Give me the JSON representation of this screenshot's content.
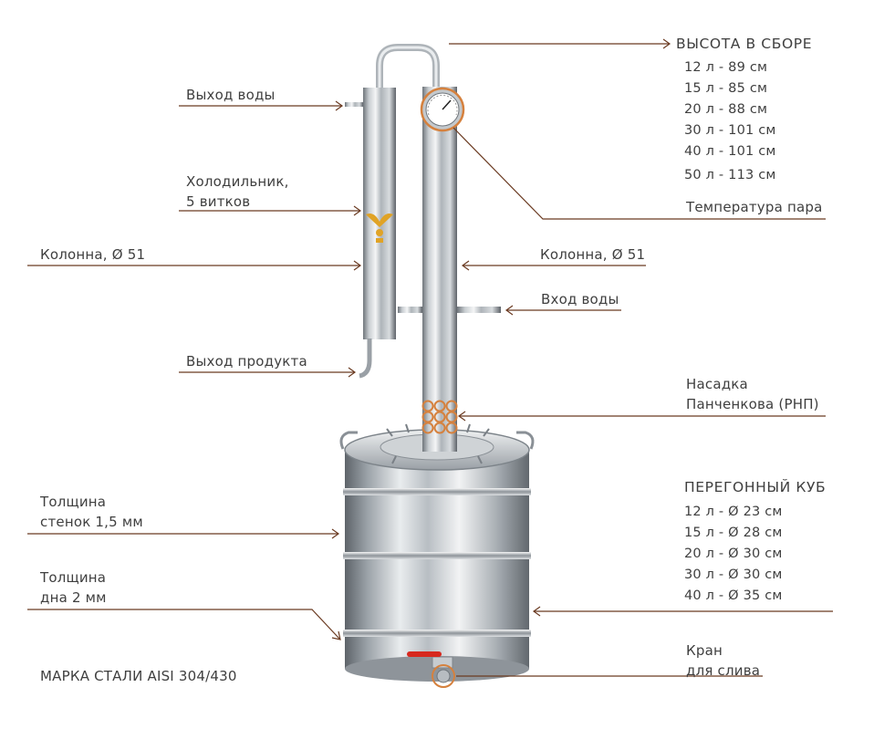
{
  "colors": {
    "leader_line": "#6b3b22",
    "steel": "#b9bec3",
    "accent_copper": "#d5813e",
    "valve_red": "#d7281e",
    "text": "#3f3f3f"
  },
  "callouts": {
    "assembly_height_title": "ВЫСОТА В СБОРЕ",
    "assembly_heights": [
      "12 л - 89 см",
      "15 л - 85 см",
      "20 л - 88 см",
      "30 л - 101 см",
      "40 л - 101 см",
      "50 л - 113 см"
    ],
    "steam_temperature": "Температура пара",
    "column_right": "Колонна, Ø 51",
    "water_inlet": "Вход воды",
    "packing_line1": "Насадка",
    "packing_line2": "Панченкова (РНП)",
    "boiler_title": "ПЕРЕГОННЫЙ КУБ",
    "boiler_sizes": [
      "12 л - Ø 23 см",
      "15 л - Ø 28 см",
      "20 л - Ø 30 см",
      "30 л - Ø 30 см",
      "40 л - Ø 35 см"
    ],
    "tap_line1": "Кран",
    "tap_line2": "для слива",
    "water_outlet": "Выход воды",
    "cooler_line1": "Холодильник,",
    "cooler_line2": "5 витков",
    "column_left": "Колонна, Ø 51",
    "product_outlet": "Выход продукта",
    "wall_line1": "Толщина",
    "wall_line2": "стенок 1,5 мм",
    "bottom_line1": "Толщина",
    "bottom_line2": "дна 2 мм",
    "steel_grade": "МАРКА СТАЛИ AISI 304/430"
  }
}
